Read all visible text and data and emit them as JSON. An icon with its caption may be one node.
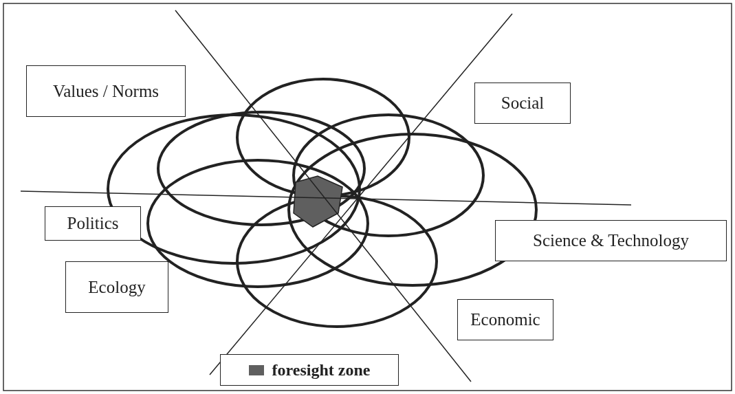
{
  "diagram": {
    "nodes": [
      {
        "text": [
          "Values / Norms"
        ]
      },
      {
        "text": [
          "Social"
        ]
      },
      {
        "text": [
          "Politics"
        ]
      },
      {
        "text": [
          "Science & Technology"
        ]
      },
      {
        "text": [
          "Ecology"
        ]
      },
      {
        "text": [
          "Economic"
        ]
      }
    ],
    "legend": [
      {
        "text": "foresight zone",
        "color": "#5f5f5f"
      }
    ]
  }
}
